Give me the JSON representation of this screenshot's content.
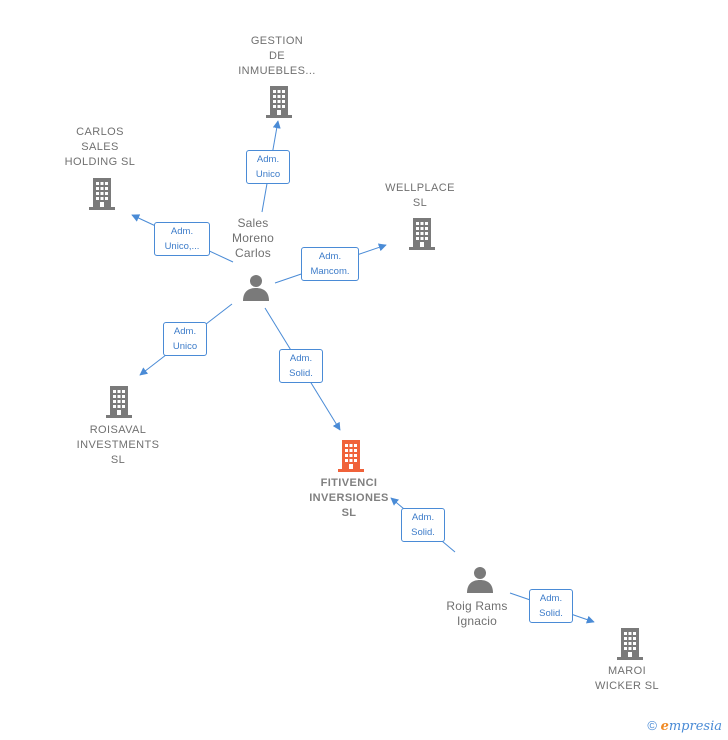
{
  "nodes": {
    "gestion": {
      "label": "GESTION\nDE\nINMUEBLES...",
      "type": "company"
    },
    "carlos_sales": {
      "label": "CARLOS\nSALES\nHOLDING  SL",
      "type": "company"
    },
    "wellplace": {
      "label": "WELLPLACE\nSL",
      "type": "company"
    },
    "roisaval": {
      "label": "ROISAVAL\nINVESTMENTS\nSL",
      "type": "company"
    },
    "fitivenci": {
      "label": "FITIVENCI\nINVERSIONES\nSL",
      "type": "company-focus"
    },
    "maroi": {
      "label": "MAROI\nWICKER  SL",
      "type": "company"
    },
    "sales_moreno": {
      "label": "Sales\nMoreno\nCarlos",
      "type": "person"
    },
    "roig_rams": {
      "label": "Roig Rams\nIgnacio",
      "type": "person"
    }
  },
  "edges": {
    "e_gestion": {
      "label": "Adm.\nUnico"
    },
    "e_carlos": {
      "label": "Adm.\nUnico,..."
    },
    "e_wellplace": {
      "label": "Adm.\nMancom."
    },
    "e_roisaval": {
      "label": "Adm.\nUnico"
    },
    "e_fitivenci_1": {
      "label": "Adm.\nSolid."
    },
    "e_fitivenci_2": {
      "label": "Adm.\nSolid."
    },
    "e_maroi": {
      "label": "Adm.\nSolid."
    }
  },
  "colors": {
    "edge": "#4a8bd6",
    "icon": "#7a7a7a",
    "focus_icon": "#f0623a"
  },
  "footer": {
    "copyright": "©",
    "brand_first": "e",
    "brand_rest": "mpresia"
  }
}
